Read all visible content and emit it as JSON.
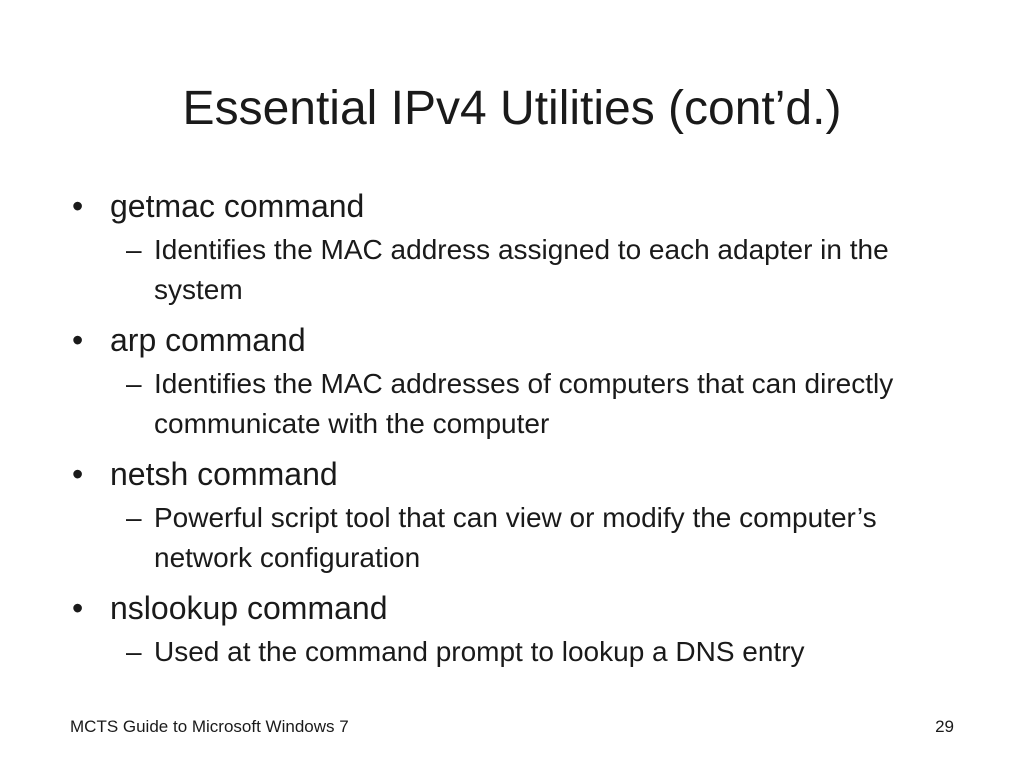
{
  "slide": {
    "title": "Essential IPv4 Utilities (cont’d.)",
    "bullet_symbol": "•",
    "sub_symbol": "–",
    "items": [
      {
        "text": "getmac command",
        "sub": "Identifies the MAC address assigned to each adapter in the system"
      },
      {
        "text": "arp command",
        "sub": "Identifies the MAC addresses of computers that can directly communicate with the computer"
      },
      {
        "text": "netsh command",
        "sub": "Powerful script tool that can view or modify the computer’s network configuration"
      },
      {
        "text": "nslookup command",
        "sub": "Used at the command prompt to lookup a DNS entry"
      }
    ]
  },
  "footer": {
    "left": "MCTS Guide to Microsoft Windows 7",
    "page_number": "29"
  }
}
